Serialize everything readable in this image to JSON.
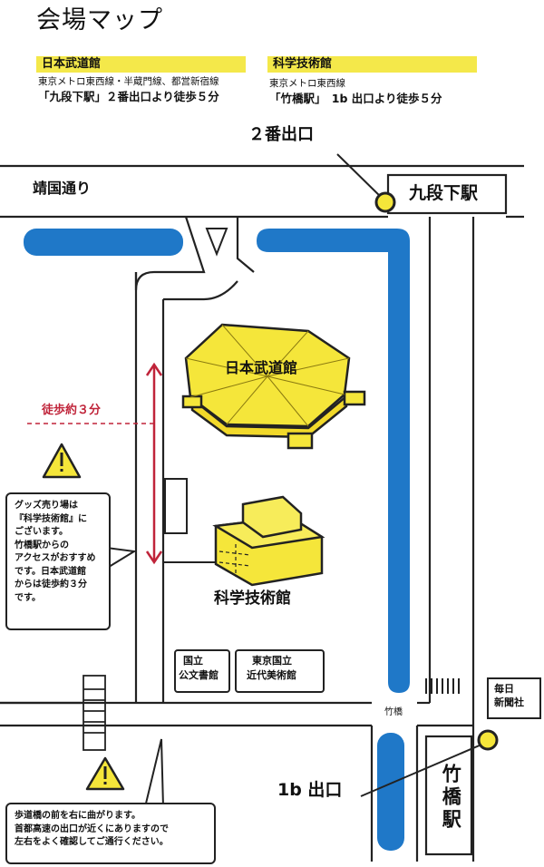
{
  "page": {
    "title": "会場マップ"
  },
  "venues": [
    {
      "name": "日本武道館",
      "lines": "東京メトロ東西線・半蔵門線、都営新宿線",
      "access": "「九段下駅」２番出口より徒歩５分"
    },
    {
      "name": "科学技術館",
      "lines": "東京メトロ東西線",
      "access": "「竹橋駅」　1b 出口より徒歩５分"
    }
  ],
  "map": {
    "road_label": "靖国通り",
    "exit2_label": "２番出口",
    "station_kudanshita": "九段下駅",
    "budokan_label": "日本武道館",
    "kagaku_label": "科学技術館",
    "walk_label": "徒歩約３分",
    "archives_label_1": "国立",
    "archives_label_2": "公文書館",
    "museum_label_1": "東京国立",
    "museum_label_2": "近代美術館",
    "bridge_label": "竹橋",
    "mainichi_label_1": "毎日",
    "mainichi_label_2": "新聞社",
    "exit1b_label": "1b 出口",
    "station_takebashi": "竹橋駅",
    "warning_icon": "warning-triangle-icon"
  },
  "notes": {
    "goods_note": "グッズ売り場は\n『科学技術館』に\nございます。\n竹橋駅からの\nアクセスがおすすめ\nです。日本武道館\nからは徒歩約３分\nです。",
    "crossing_note": "歩道橋の前を右に曲がります。\n首都高速の出口が近くにありますので\n左右をよく確認してご通行ください。"
  },
  "colors": {
    "highlight_yellow": "#f4e84a",
    "water_blue": "#1f78c8",
    "building_yellow": "#f5e63a",
    "walk_red": "#c0243a"
  }
}
